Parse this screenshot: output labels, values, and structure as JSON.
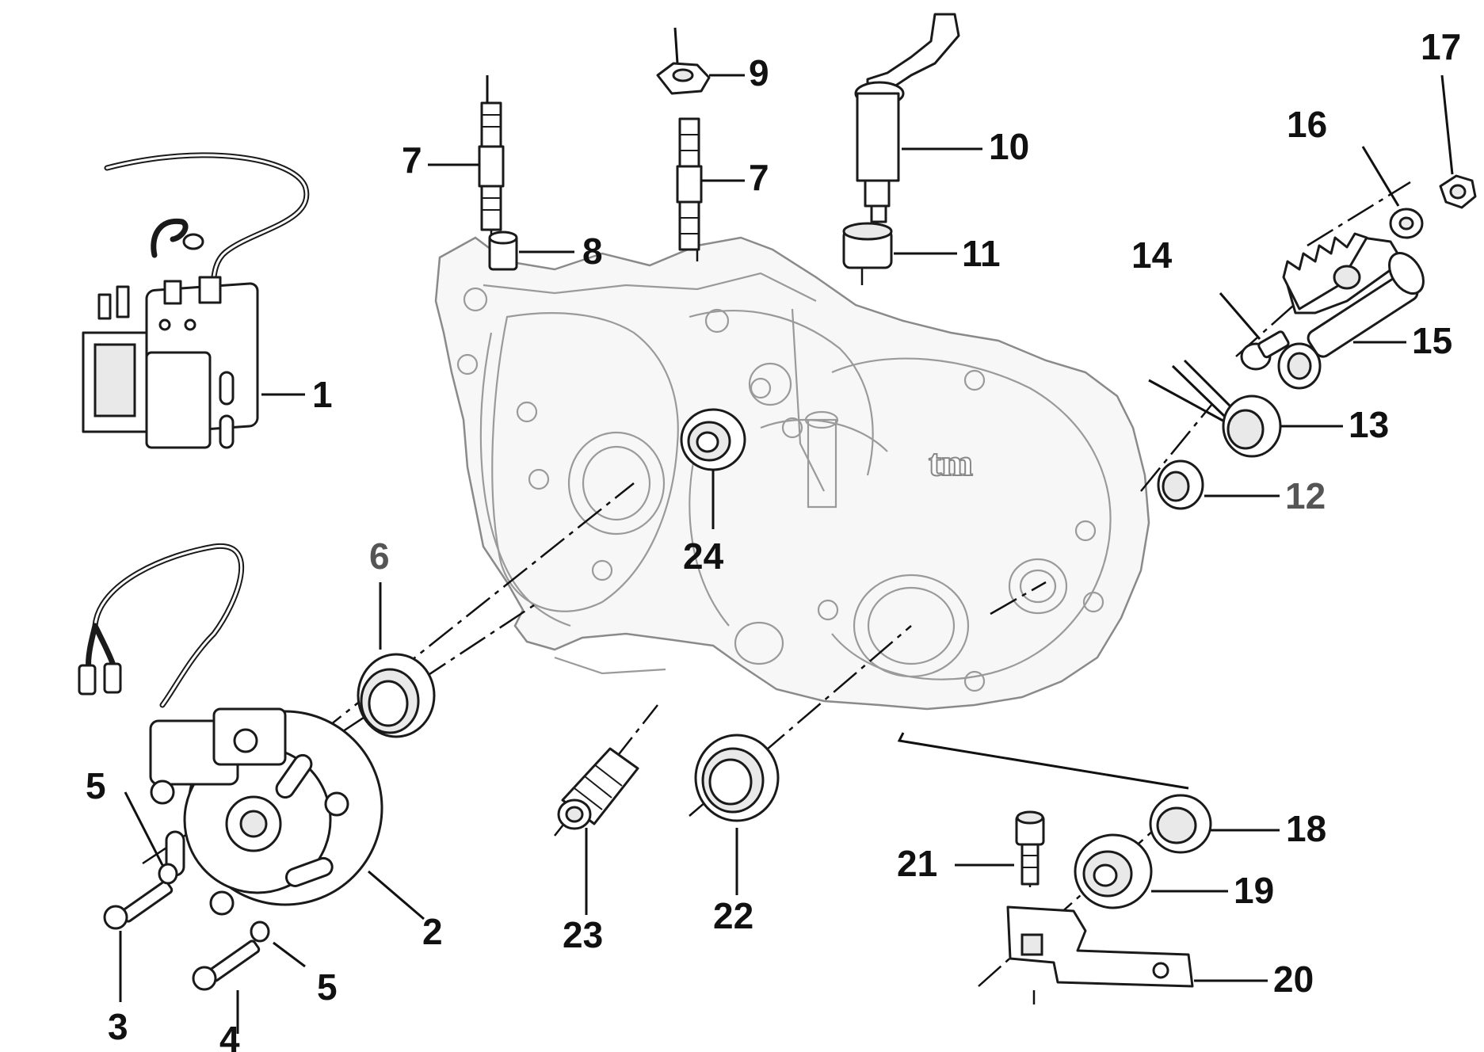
{
  "diagram": {
    "title": "Crankcase and ignition exploded parts diagram",
    "brand_mark": "tm"
  },
  "callouts": [
    {
      "id": "1",
      "label": "1",
      "part": "ignition-coil"
    },
    {
      "id": "2",
      "label": "2",
      "part": "stator"
    },
    {
      "id": "3",
      "label": "3",
      "part": "stator-screw"
    },
    {
      "id": "4",
      "label": "4",
      "part": "stator-screw"
    },
    {
      "id": "5a",
      "label": "5",
      "part": "washer"
    },
    {
      "id": "5b",
      "label": "5",
      "part": "washer"
    },
    {
      "id": "6",
      "label": "6",
      "part": "crank-bearing"
    },
    {
      "id": "7a",
      "label": "7",
      "part": "stud"
    },
    {
      "id": "7b",
      "label": "7",
      "part": "stud"
    },
    {
      "id": "8",
      "label": "8",
      "part": "dowel"
    },
    {
      "id": "9",
      "label": "9",
      "part": "nut"
    },
    {
      "id": "10",
      "label": "10",
      "part": "shift-lever-shaft"
    },
    {
      "id": "11",
      "label": "11",
      "part": "bushing"
    },
    {
      "id": "12",
      "label": "12",
      "part": "bushing"
    },
    {
      "id": "13",
      "label": "13",
      "part": "return-spring"
    },
    {
      "id": "14",
      "label": "14",
      "part": "pin"
    },
    {
      "id": "15",
      "label": "15",
      "part": "kickstart-shaft"
    },
    {
      "id": "16",
      "label": "16",
      "part": "washer"
    },
    {
      "id": "17",
      "label": "17",
      "part": "nut"
    },
    {
      "id": "18",
      "label": "18",
      "part": "oil-seal"
    },
    {
      "id": "19",
      "label": "19",
      "part": "bearing"
    },
    {
      "id": "20",
      "label": "20",
      "part": "retaining-plate"
    },
    {
      "id": "21",
      "label": "21",
      "part": "screw"
    },
    {
      "id": "22",
      "label": "22",
      "part": "oil-seal"
    },
    {
      "id": "23",
      "label": "23",
      "part": "threaded-plug"
    },
    {
      "id": "24",
      "label": "24",
      "part": "bearing"
    }
  ]
}
